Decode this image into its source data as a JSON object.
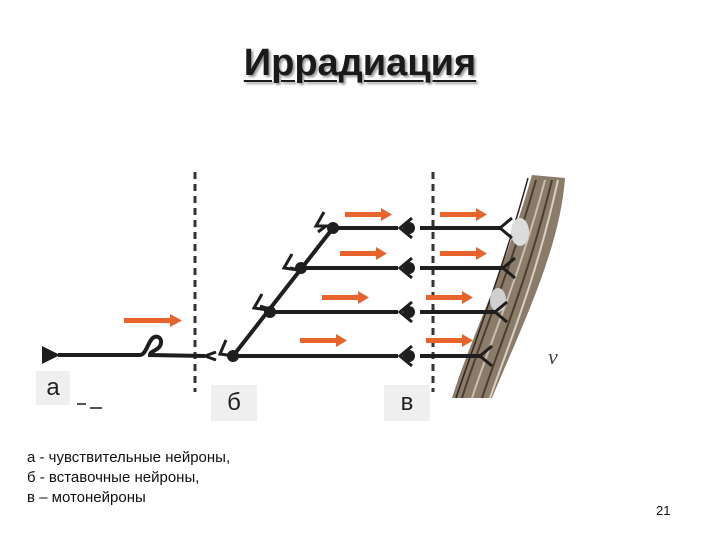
{
  "title": "Иррадиация",
  "labels": {
    "a": "а",
    "b": "б",
    "c": "в"
  },
  "legend": [
    "а - чувствительные нейроны,",
    "б - вставочные нейроны,",
    "в – мотонейроны"
  ],
  "page_number": "21",
  "diagram_text": "v",
  "colors": {
    "arrow": "#e8642c",
    "neuron": "#1e1e1e",
    "muscle": "#7a6a58"
  }
}
